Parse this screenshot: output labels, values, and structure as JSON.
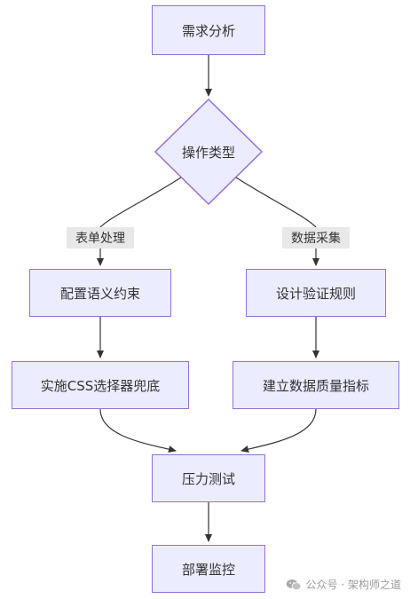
{
  "diagram": {
    "nodes": {
      "requirement_analysis": "需求分析",
      "operation_type": "操作类型",
      "semantic_constraints": "配置语义约束",
      "css_selector_fallback": "实施CSS选择器兜底",
      "validation_rules": "设计验证规则",
      "data_quality_metrics": "建立数据质量指标",
      "stress_test": "压力测试",
      "deploy_monitoring": "部署监控"
    },
    "edge_labels": {
      "form_processing": "表单处理",
      "data_collection": "数据采集"
    }
  },
  "watermark": {
    "text": "公众号 · 架构师之道",
    "icon": "wechat-icon"
  },
  "colors": {
    "node_fill": "#ececff",
    "node_border": "#9370db",
    "edge": "#333333",
    "label_bg": "#e8e8e8",
    "text": "#333333"
  }
}
